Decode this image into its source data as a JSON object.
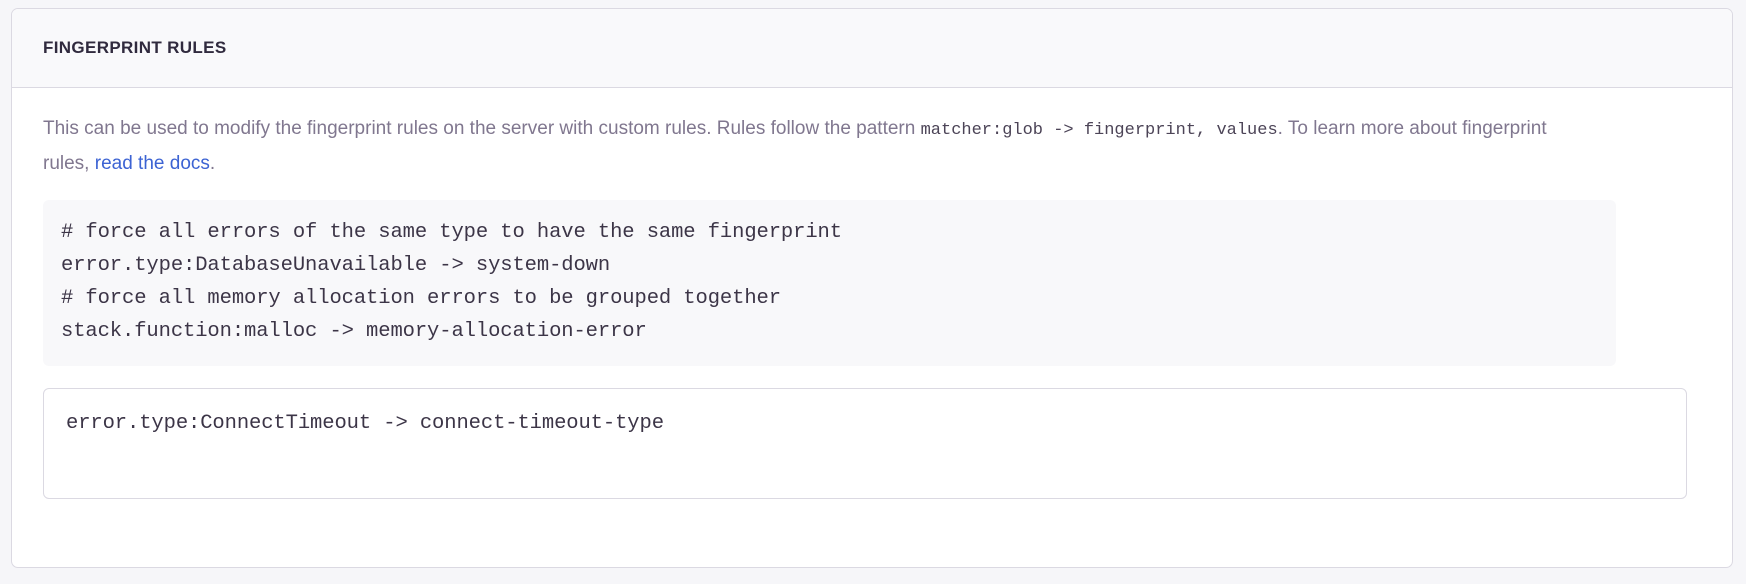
{
  "panel": {
    "title": "FINGERPRINT RULES"
  },
  "description": {
    "part1": "This can be used to modify the fingerprint rules on the server with custom rules. Rules follow the pattern ",
    "code1": "matcher:glob -> fingerprint, values",
    "part2": ". To learn more about fingerprint rules, ",
    "link_text": "read the docs",
    "part3": "."
  },
  "code_sample": {
    "lines": [
      "# force all errors of the same type to have the same fingerprint",
      "error.type:DatabaseUnavailable -> system-down",
      "# force all memory allocation errors to be grouped together",
      "stack.function:malloc -> memory-allocation-error"
    ]
  },
  "rules_input": {
    "value": "error.type:ConnectTimeout -> connect-timeout-type",
    "placeholder": "error.type:ConnectTimeout -> connect-timeout-type"
  },
  "colors": {
    "page_background": "#f6f6f9",
    "panel_background": "#ffffff",
    "panel_border": "#dbd9e2",
    "header_background": "#f9f9fb",
    "title_text": "#302a3e",
    "description_text": "#80778f",
    "code_text": "#3c3547",
    "code_background": "#f8f8fa",
    "link": "#3c63d3"
  }
}
